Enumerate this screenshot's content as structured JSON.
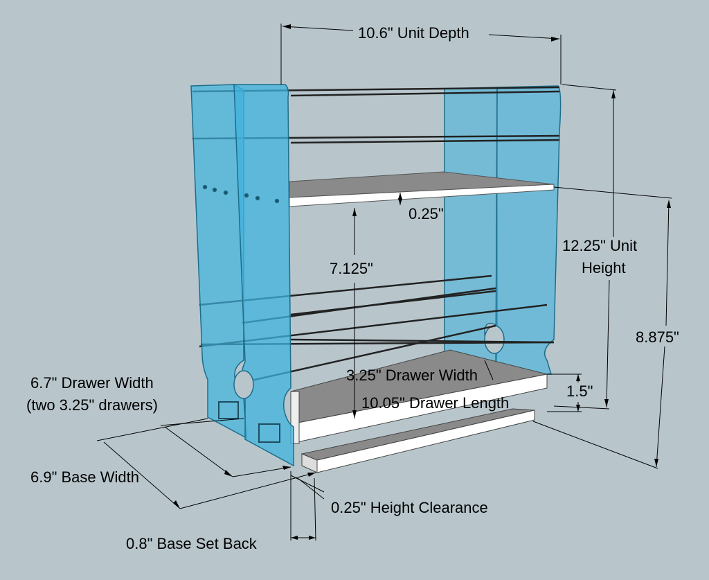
{
  "labels": {
    "unit_depth": "10.6\" Unit Depth",
    "shelf_thickness": "0.25\"",
    "unit_height_line1": "12.25\" Unit",
    "unit_height_line2": "Height",
    "inner_height": "7.125\"",
    "side_height": "8.875\"",
    "drawer_width_single": "3.25\" Drawer Width",
    "drawer_length": "10.05\" Drawer Length",
    "drawer_height": "1.5\"",
    "drawer_width_total_line1": "6.7\" Drawer Width",
    "drawer_width_total_line2": "(two 3.25\" drawers)",
    "base_width": "6.9\" Base Width",
    "height_clearance": "0.25\" Height Clearance",
    "base_set_back": "0.8\" Base Set Back"
  },
  "colors": {
    "background": "#b8c6cc",
    "acrylic_panel": "#3fb3dd",
    "shelf_top": "#8a8a8a",
    "shelf_edge": "#ffffff",
    "wire": "#222222",
    "dimension_line": "#000000"
  }
}
